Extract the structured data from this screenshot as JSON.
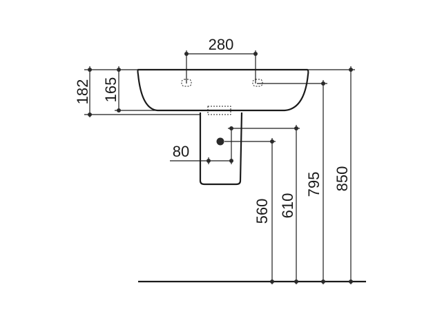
{
  "dimensions": {
    "tap_hole_spacing": "280",
    "overall_basin_height": "182",
    "basin_bowl_height": "165",
    "waste_offset": "80",
    "waste_height": "560",
    "supply_height": "610",
    "basin_height_rim": "795",
    "basin_height_top": "850"
  }
}
